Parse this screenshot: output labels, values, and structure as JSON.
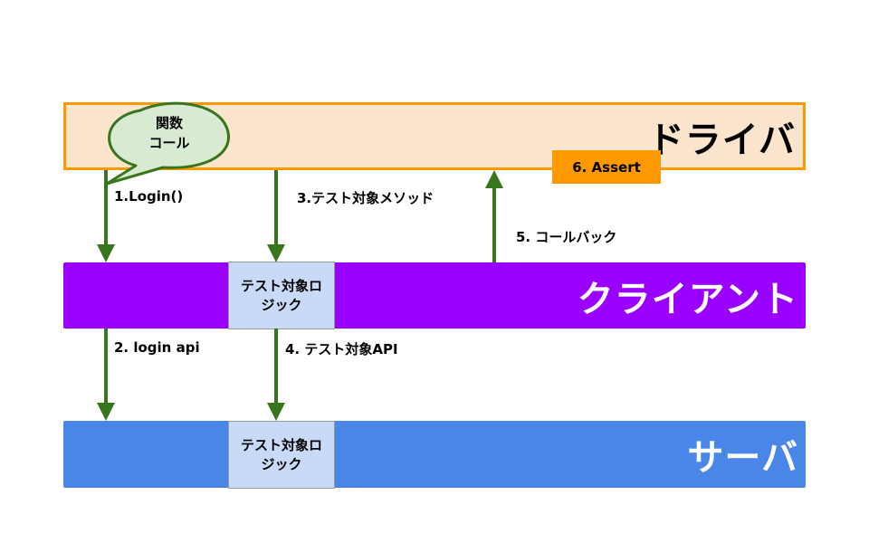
{
  "layers": {
    "driver": {
      "label": "ドライバ"
    },
    "client": {
      "label": "クライアント"
    },
    "server": {
      "label": "サーバ"
    }
  },
  "logic_boxes": {
    "client": "テスト対象ロ\nジック",
    "server": "テスト対象ロ\nジック"
  },
  "callout": {
    "text": "関数\nコール"
  },
  "assert": {
    "label": "6. Assert"
  },
  "arrows": {
    "a1": "1.Login()",
    "a2": "2. login api",
    "a3": "3.テスト対象メソッド",
    "a4": "4. テスト対象API",
    "a5": "5. コールバック"
  },
  "colors": {
    "driver_fill": "#fce5cd",
    "driver_border": "#ff9900",
    "client": "#9900ff",
    "server": "#4a86e8",
    "logic_box": "#c9daf8",
    "assert": "#ff9900",
    "arrow": "#38761d",
    "callout_fill": "#d9ead3"
  }
}
